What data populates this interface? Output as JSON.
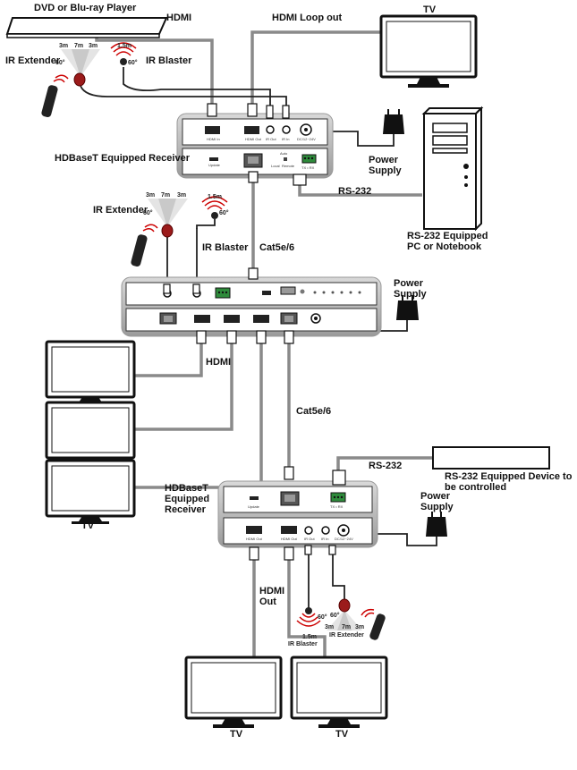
{
  "labels": {
    "dvd_player": "DVD or Blu-ray Player",
    "hdmi_top": "HDMI",
    "hdmi_loop_out": "HDMI Loop out",
    "tv_top": "TV",
    "ir_extender_top": "IR Extender",
    "ir_blaster_top": "IR Blaster",
    "range_3m_a": "3m",
    "range_7m_a": "7m",
    "range_3m_b": "3m",
    "angle_60_a": "60°",
    "range_1_5m_a": "1.5m",
    "angle_60_b": "60°",
    "receiver_top": "HDBaseT Equipped Receiver",
    "power_supply_top": "Power Supply",
    "rs232_top": "RS-232",
    "rs232_pc": "RS-232 Equipped PC or Notebook",
    "ir_extender_mid": "IR Extender",
    "range_3m_c": "3m",
    "range_7m_b": "7m",
    "range_3m_d": "3m",
    "angle_60_c": "60°",
    "range_1_5m_b": "1.5m",
    "angle_60_d": "60°",
    "ir_blaster_mid": "IR Blaster",
    "cat5e_top": "Cat5e/6",
    "power_supply_mid": "Power Supply",
    "hdmi_mid": "HDMI",
    "cat5e_mid": "Cat5e/6",
    "tv_left": "TV",
    "rs232_bottom": "RS-232",
    "rs232_device": "RS-232 Equipped Device to be controlled",
    "receiver_bottom": "HDBaseT Equipped Receiver",
    "power_supply_bottom": "Power Supply",
    "hdmi_out": "HDMI Out",
    "ir_blaster_bottom": "IR Blaster",
    "ir_extender_bottom": "IR Extender",
    "range_1_5m_c": "1.5m",
    "angle_60_e": "60°",
    "angle_60_f": "60°",
    "range_3m_e": "3m",
    "range_7m_c": "7m",
    "range_3m_f": "3m",
    "tv_bottom_left": "TV",
    "tv_bottom_right": "TV"
  },
  "ports": {
    "rx1_hdmi_in": "HDMI In",
    "rx1_hdmi_out": "HDMI Out",
    "rx1_ir_out": "IR Out",
    "rx1_ir_in": "IR In",
    "rx1_dc": "DC/12~24V",
    "rx1_update": "Update",
    "rx1_local": "Local",
    "rx1_remote": "Remote",
    "rx1_auto": "Auto",
    "rx1_txrx": "TX • RX",
    "rx2_update": "Update",
    "rx2_txrx": "TX • RX",
    "rx2_hdmi_out_a": "HDMI Out",
    "rx2_hdmi_out_b": "HDMI Out",
    "rx2_ir_out": "IR Out",
    "rx2_ir_in": "IR In",
    "rx2_dc": "DC/12~24V"
  }
}
